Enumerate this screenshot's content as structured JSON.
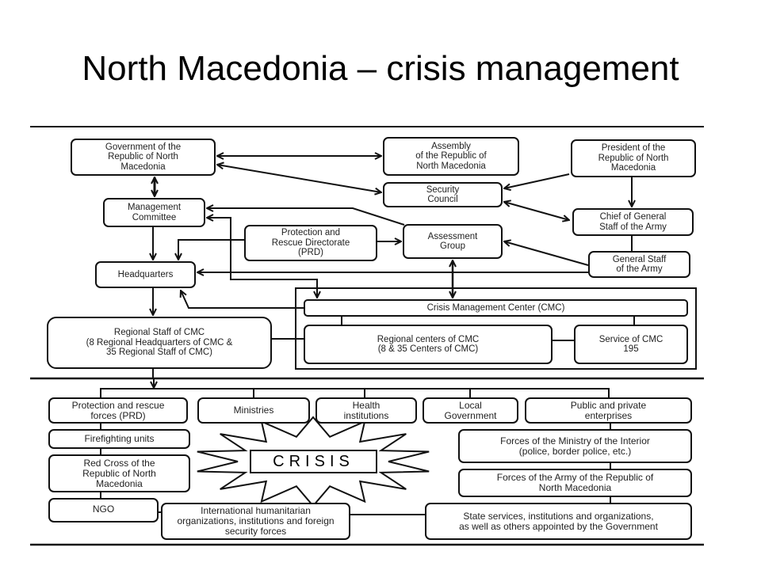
{
  "title": "North Macedonia – crisis management",
  "upper": {
    "government": "Government  of the\nRepublic of North\nMacedonia",
    "assembly": "Assembly\nof the Republic of\nNorth Macedonia",
    "president": "President of the\nRepublic of North\nMacedonia",
    "security_council": "Security\nCouncil",
    "management_committee": "Management\nCommittee",
    "chief_of_general_staff": "Chief of General\nStaff of the Army",
    "prd": "Protection and\nRescue Directorate\n(PRD)",
    "assessment_group": "Assessment\nGroup",
    "general_staff": "General Staff\nof the Army",
    "headquarters": "Headquarters",
    "cmc": "Crisis Management  Center (CMC)",
    "regional_staff": "Regional Staff of CMC\n(8 Regional Headquarters of CMC &\n35 Regional Staff of CMC)",
    "regional_centers": "Regional centers of CMC\n(8 & 35 Centers of CMC)",
    "service": "Service of CMC\n195"
  },
  "lower": {
    "protection_forces": "Protection and rescue\nforces (PRD)",
    "ministries": "Ministries",
    "health": "Health\ninstitutions",
    "local_government": "Local\nGovernment",
    "enterprises": "Public and private\nenterprises",
    "firefighting": "Firefighting units",
    "red_cross": "Red Cross of the\nRepublic of North\nMacedonia",
    "ngo": "NGO",
    "international": "International  humanitarian\norganizations, institutions and foreign\nsecurity forces",
    "interior": "Forces of the Ministry of the Interior\n(police, border police, etc.)",
    "army": "Forces of the Army of the Republic of\nNorth Macedonia",
    "state_services": "State services, institutions and organizations,\nas well as others appointed by the Government",
    "crisis": "CRISIS"
  }
}
